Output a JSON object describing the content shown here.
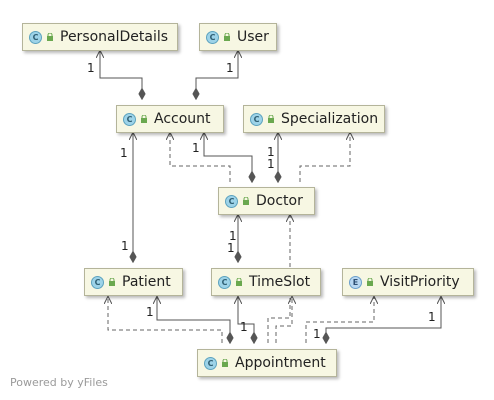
{
  "classes": {
    "personal_details": {
      "name": "PersonalDetails",
      "kind": "C"
    },
    "user": {
      "name": "User",
      "kind": "C"
    },
    "account": {
      "name": "Account",
      "kind": "C"
    },
    "specialization": {
      "name": "Specialization",
      "kind": "C"
    },
    "doctor": {
      "name": "Doctor",
      "kind": "C"
    },
    "patient": {
      "name": "Patient",
      "kind": "C"
    },
    "time_slot": {
      "name": "TimeSlot",
      "kind": "C"
    },
    "visit_priority": {
      "name": "VisitPriority",
      "kind": "E"
    },
    "appointment": {
      "name": "Appointment",
      "kind": "C"
    }
  },
  "multiplicities": {
    "personal_details_account": "1",
    "user_account": "1",
    "account_doctor": "1",
    "specialization_doctor_a": "1",
    "specialization_doctor_b": "1",
    "account_patient_top": "1",
    "account_patient_bottom": "1",
    "doctor_timeslot_a": "1",
    "doctor_timeslot_b": "1",
    "patient_appointment": "1",
    "timeslot_appointment": "1",
    "visitpriority_appointment_top": "1",
    "visitpriority_appointment_bottom": "1"
  },
  "footer": "Powered by yFiles",
  "colors": {
    "node_fill": "#f7f7e3",
    "node_border": "#b4b49a",
    "class_badge": "#9dd3e8",
    "edge": "#555555"
  }
}
